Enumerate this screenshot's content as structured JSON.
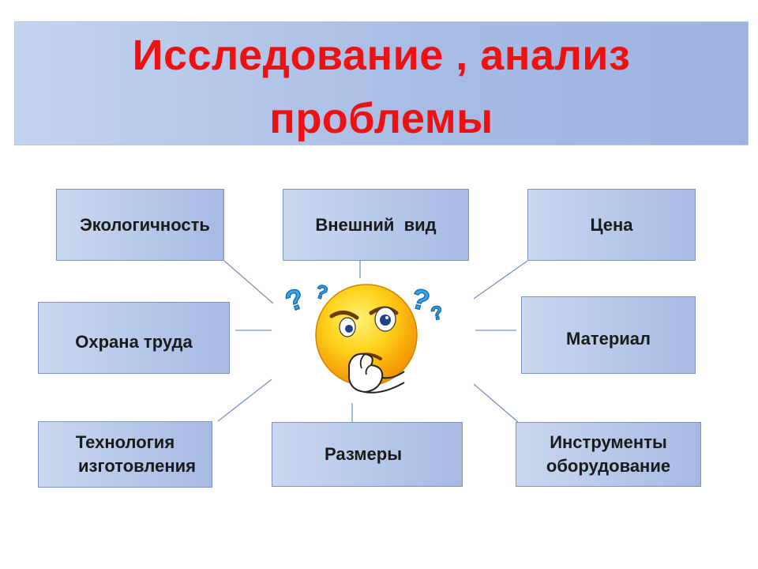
{
  "title": {
    "line1": "Исследование , анализ",
    "line2": "проблемы"
  },
  "factors": {
    "ecology": "Экологичность",
    "appearance": "Внешний  вид",
    "price": "Цена",
    "labor_safety": "Охрана труда",
    "material": "Материал",
    "technology_line1": "Технология",
    "technology_line2": "изготовления",
    "sizes": "Размеры",
    "tools_line1": "Инструменты",
    "tools_line2": "оборудование"
  },
  "icons": {
    "center": "thinking-face-icon",
    "marks": "question-marks-icon"
  },
  "colors": {
    "title_text": "#ee1111",
    "title_band": "#a8bde5",
    "box_fill": "#b4c6ea",
    "box_border": "#7e93bf",
    "connector": "#7a93c4",
    "face": "#ffd21a",
    "question_marks": "#3aa6e8"
  }
}
